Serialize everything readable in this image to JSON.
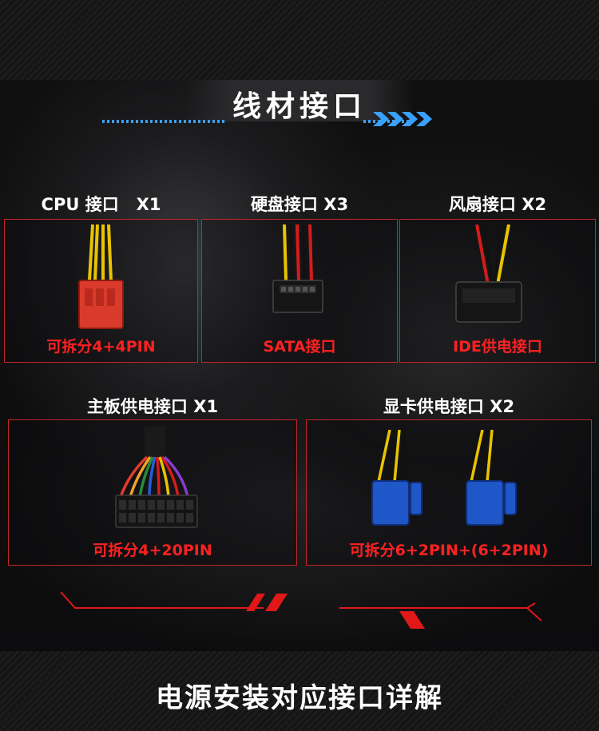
{
  "section_title": "线材接口",
  "bottom_title": "电源安装对应接口详解",
  "connectors": [
    {
      "label": "CPU 接口   X1",
      "caption": "可拆分4+4PIN"
    },
    {
      "label": "硬盘接口 X3",
      "caption": "SATA接口"
    },
    {
      "label": "风扇接口 X2",
      "caption": "IDE供电接口"
    },
    {
      "label": "主板供电接口 X1",
      "caption": "可拆分4+20PIN"
    },
    {
      "label": "显卡供电接口 X2",
      "caption": "可拆分6+2PIN+(6+2PIN)"
    }
  ],
  "colors": {
    "border": "#c2262a",
    "caption": "#ff2121",
    "accent": "#3aa0ff"
  },
  "icons": [
    "cpu-connector-icon",
    "sata-connector-icon",
    "ide-connector-icon",
    "atx-connector-icon",
    "pcie-connector-icon"
  ]
}
